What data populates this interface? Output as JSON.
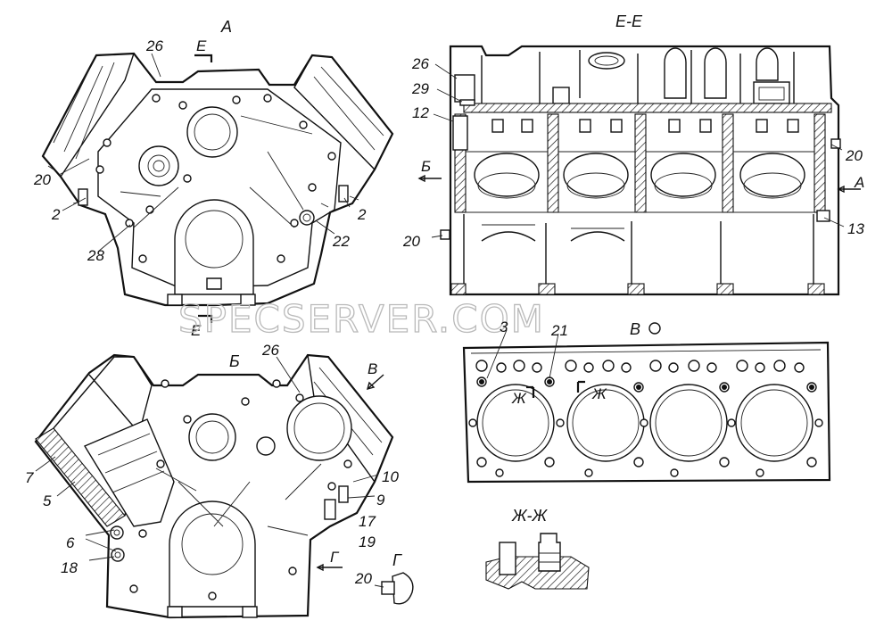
{
  "views": {
    "a": {
      "title": "A",
      "labels": [
        "26",
        "20",
        "2",
        "28",
        "22",
        "2"
      ],
      "cut_mark_top": "E",
      "cut_mark_bottom": "E"
    },
    "ee": {
      "title": "E-E",
      "labels": [
        "26",
        "29",
        "12",
        "20",
        "20",
        "13"
      ],
      "arrow_left": "Б",
      "arrow_right": "A"
    },
    "b": {
      "title": "Б",
      "labels": [
        "26",
        "7",
        "5",
        "6",
        "18",
        "10",
        "9",
        "17",
        "19"
      ],
      "arrow_v": "В",
      "arrow_g": "Г"
    },
    "v": {
      "title": "В",
      "labels": [
        "3",
        "21"
      ],
      "cut_marks": [
        "Ж",
        "Ж"
      ]
    },
    "zz": {
      "title": "Ж-Ж"
    },
    "g": {
      "title": "Г",
      "labels": [
        "20"
      ]
    }
  },
  "watermark": "SPECSERVER.COM"
}
